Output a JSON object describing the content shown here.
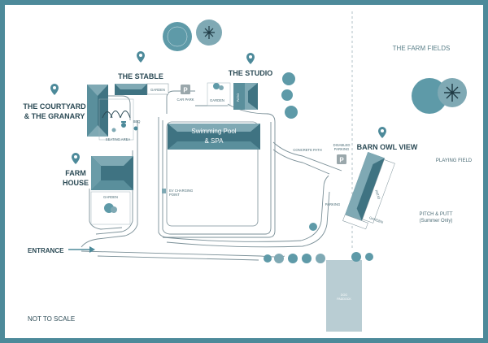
{
  "colors": {
    "frame": "#4d8a9a",
    "path": "#7a8f97",
    "roof_dark": "#3f7382",
    "roof_light": "#7fa9b4",
    "pin": "#4d8a9a",
    "tree": "#5e9aa8",
    "paddock": "#b9cdd3",
    "text": "#2b4a55"
  },
  "labels": {
    "courtyard_line1": "THE COURTYARD",
    "courtyard_line2": "& THE GRANARY",
    "stable": "THE STABLE",
    "studio": "THE STUDIO",
    "farm_house_line1": "FARM",
    "farm_house_line2": "HOUSE",
    "swimming_line1": "Swimming Pool",
    "swimming_line2": "& SPA",
    "barn_owl": "BARN OWL VIEW",
    "farm_fields": "THE FARM FIELDS",
    "playing_field": "PLAYING FIELD",
    "pitch_line1": "PITCH & PUTT",
    "pitch_line2": "(Summer Only)",
    "entrance": "ENTRANCE",
    "not_to_scale": "NOT TO SCALE",
    "garden_stable": "GARDEN",
    "garden_studio": "GARDEN",
    "garden_farmhouse": "GARDEN",
    "garden_barn": "GARDEN",
    "car_park": "CAR PARK",
    "patio_studio": "PATIO",
    "patio_barn": "PATIO",
    "seating_area": "SEATING AREA",
    "bbq": "BBQ",
    "concrete_path": "CONCRETE PATH",
    "disabled_line1": "DISABLED",
    "disabled_line2": "PARKING",
    "parking": "PARKING",
    "ev_line1": "EV CHARGING",
    "ev_line2": "POINT",
    "dog_line1": "DOG",
    "dog_line2": "PADDOCK",
    "parking_symbol": "P"
  }
}
